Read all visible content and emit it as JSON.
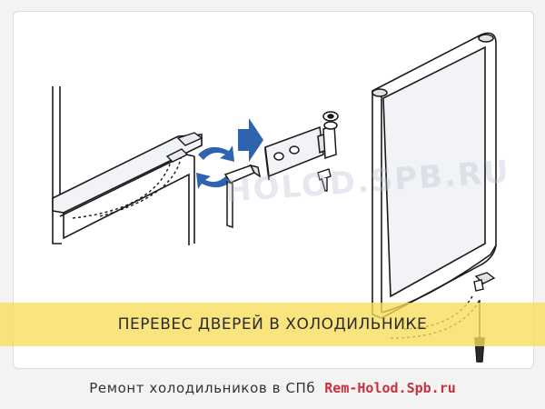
{
  "banner": {
    "title": "ПЕРЕВЕС ДВЕРЕЙ В ХОЛОДИЛЬНИКЕ"
  },
  "footer": {
    "text": "Ремонт холодильников в СПб",
    "link": "Rem-Holod.Spb.ru"
  },
  "watermark": {
    "text": "HOLOD.SPB.RU"
  },
  "colors": {
    "banner": "#f8dc58",
    "arrow": "#2e63b0",
    "link": "#c8313d",
    "outline": "#1a1a1a"
  }
}
